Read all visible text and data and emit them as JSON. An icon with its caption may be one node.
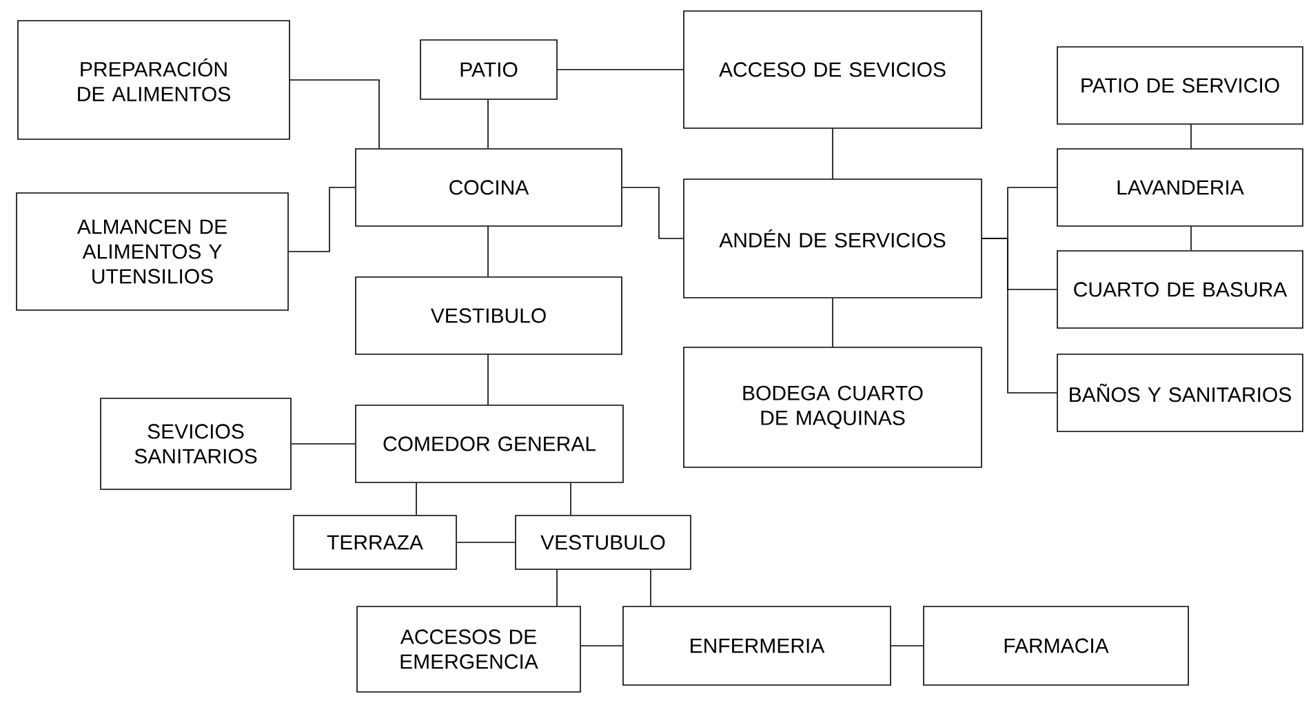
{
  "diagram": {
    "nodes": [
      {
        "text": [
          "PREPARACIÓN DE ALIMENTOS"
        ]
      },
      {
        "text": [
          "PATIO"
        ]
      },
      {
        "text": [
          "ACCESO DE SEVICIOS"
        ]
      },
      {
        "text": [
          "ALMANCEN DE ALIMENTOS Y UTENSILIOS"
        ]
      },
      {
        "text": [
          "COCINA"
        ]
      },
      {
        "text": [
          "ANDÉN DE SERVICIOS"
        ]
      },
      {
        "text": [
          "PATIO DE SERVICIO"
        ]
      },
      {
        "text": [
          "LAVANDERIA"
        ]
      },
      {
        "text": [
          "VESTIBULO"
        ]
      },
      {
        "text": [
          "CUARTO DE BASURA"
        ]
      },
      {
        "text": [
          "BODEGA CUARTO DE MAQUINAS"
        ]
      },
      {
        "text": [
          "BAÑOS Y SANITARIOS"
        ]
      },
      {
        "text": [
          "SEVICIOS SANITARIOS"
        ]
      },
      {
        "text": [
          "COMEDOR GENERAL"
        ]
      },
      {
        "text": [
          "TERRAZA"
        ]
      },
      {
        "text": [
          "VESTUBULO"
        ]
      },
      {
        "text": [
          "ACCESOS DE EMERGENCIA"
        ]
      },
      {
        "text": [
          "ENFERMERIA"
        ]
      },
      {
        "text": [
          "FARMACIA"
        ]
      }
    ],
    "edges": [
      {
        "from": 0,
        "to": 4,
        "arrow": "none"
      },
      {
        "from": 1,
        "to": 4,
        "arrow": "none"
      },
      {
        "from": 1,
        "to": 2,
        "arrow": "none"
      },
      {
        "from": 3,
        "to": 4,
        "arrow": "none"
      },
      {
        "from": 4,
        "to": 5,
        "arrow": "none"
      },
      {
        "from": 2,
        "to": 5,
        "arrow": "none"
      },
      {
        "from": 5,
        "to": 7,
        "arrow": "none"
      },
      {
        "from": 5,
        "to": 9,
        "arrow": "none"
      },
      {
        "from": 5,
        "to": 11,
        "arrow": "none"
      },
      {
        "from": 6,
        "to": 7,
        "arrow": "none"
      },
      {
        "from": 7,
        "to": 9,
        "arrow": "none"
      },
      {
        "from": 4,
        "to": 8,
        "arrow": "none"
      },
      {
        "from": 5,
        "to": 10,
        "arrow": "none"
      },
      {
        "from": 8,
        "to": 13,
        "arrow": "none"
      },
      {
        "from": 12,
        "to": 13,
        "arrow": "none"
      },
      {
        "from": 13,
        "to": 14,
        "arrow": "none"
      },
      {
        "from": 13,
        "to": 15,
        "arrow": "none"
      },
      {
        "from": 14,
        "to": 15,
        "arrow": "none"
      },
      {
        "from": 15,
        "to": 16,
        "arrow": "none"
      },
      {
        "from": 15,
        "to": 17,
        "arrow": "none"
      },
      {
        "from": 16,
        "to": 17,
        "arrow": "none"
      },
      {
        "from": 17,
        "to": 18,
        "arrow": "none"
      }
    ]
  }
}
